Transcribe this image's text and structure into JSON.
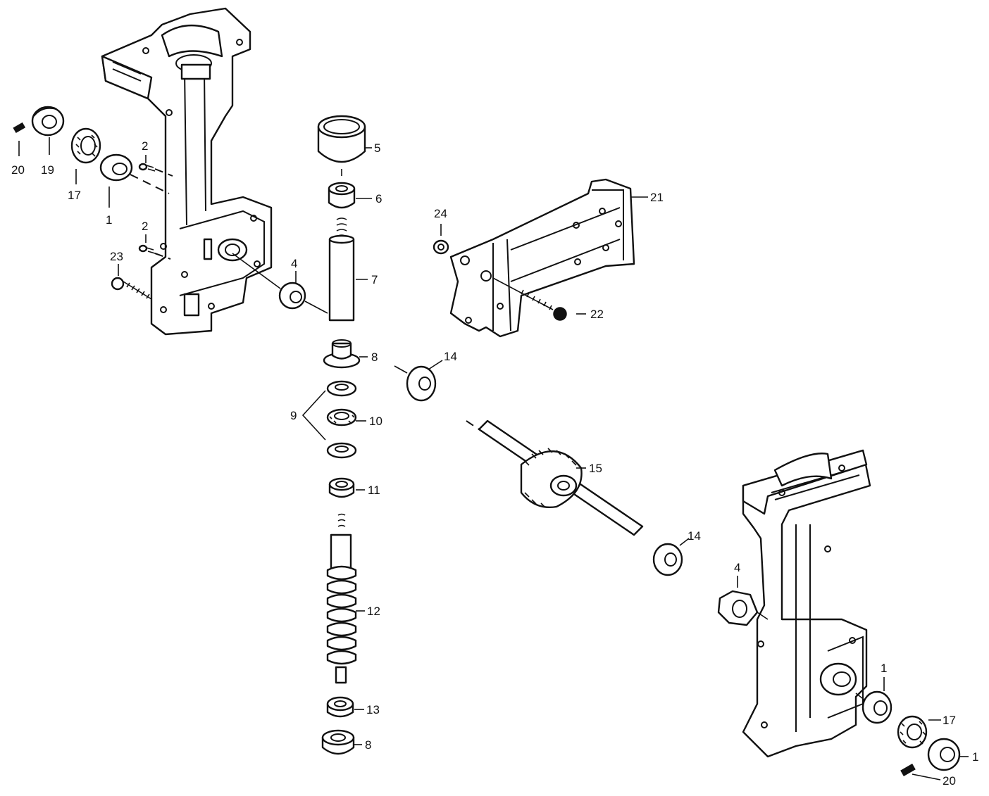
{
  "callouts": [
    {
      "id": "c1",
      "text": "20"
    },
    {
      "id": "c2",
      "text": "19"
    },
    {
      "id": "c3",
      "text": "17"
    },
    {
      "id": "c4",
      "text": "1"
    },
    {
      "id": "c5",
      "text": "2"
    },
    {
      "id": "c6",
      "text": "2"
    },
    {
      "id": "c7",
      "text": "23"
    },
    {
      "id": "c8",
      "text": "4"
    },
    {
      "id": "c9",
      "text": "5"
    },
    {
      "id": "c10",
      "text": "6"
    },
    {
      "id": "c11",
      "text": "7"
    },
    {
      "id": "c12",
      "text": "8"
    },
    {
      "id": "c13",
      "text": "9"
    },
    {
      "id": "c14",
      "text": "10"
    },
    {
      "id": "c15",
      "text": "11"
    },
    {
      "id": "c16",
      "text": "12"
    },
    {
      "id": "c17",
      "text": "13"
    },
    {
      "id": "c18",
      "text": "8"
    },
    {
      "id": "c19",
      "text": "14"
    },
    {
      "id": "c20",
      "text": "15"
    },
    {
      "id": "c21",
      "text": "14"
    },
    {
      "id": "c22",
      "text": "21"
    },
    {
      "id": "c23",
      "text": "24"
    },
    {
      "id": "c24",
      "text": "22"
    },
    {
      "id": "c25",
      "text": "4"
    },
    {
      "id": "c26",
      "text": "1"
    },
    {
      "id": "c27",
      "text": "17"
    },
    {
      "id": "c28",
      "text": "1"
    },
    {
      "id": "c29",
      "text": "20"
    }
  ]
}
